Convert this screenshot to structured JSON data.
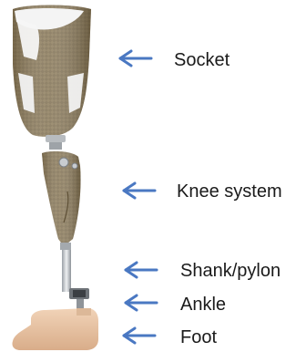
{
  "components": [
    {
      "id": "socket",
      "label": "Socket"
    },
    {
      "id": "knee",
      "label": "Knee system"
    },
    {
      "id": "shank",
      "label": "Shank/pylon"
    },
    {
      "id": "ankle",
      "label": "Ankle"
    },
    {
      "id": "foot",
      "label": "Foot"
    }
  ],
  "colors": {
    "arrow": "#4a78c2",
    "text": "#1a1a1a",
    "carbon": "#8c7b5a",
    "carbon_dark": "#6b5c40",
    "socket_liner": "#f2f2f2",
    "pylon": "#c9cdd1",
    "foot": "#e9c6a8"
  }
}
